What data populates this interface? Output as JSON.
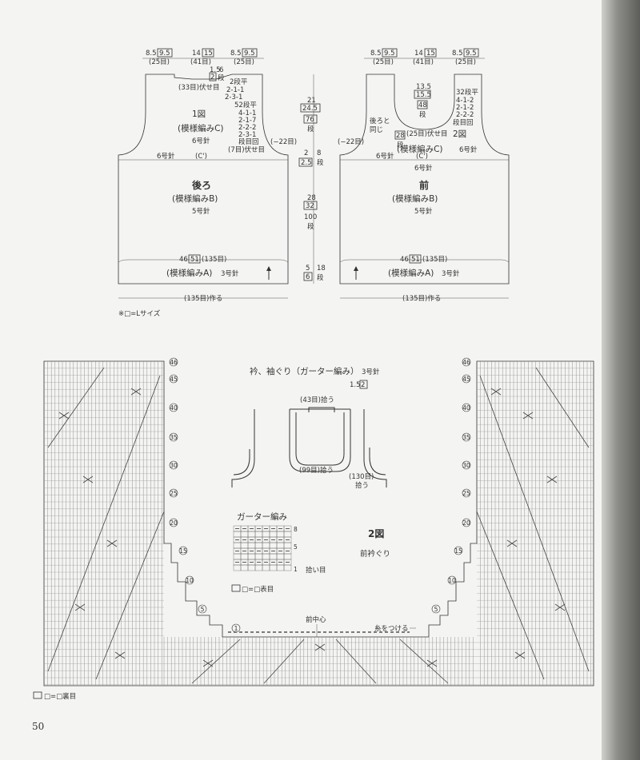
{
  "back": {
    "top_dims": [
      "8.5",
      "9.5",
      "(25目)",
      "14",
      "15",
      "(41目)",
      "8.5",
      "9.5",
      "(25目)"
    ],
    "neck_shaping": [
      "1.5",
      "2",
      "6",
      "段",
      "(33目)伏せ目",
      "2段平",
      "2-1-1",
      "2-3-1"
    ],
    "armhole_shaping": [
      "52段平",
      "4-1-1",
      "2-1-7",
      "2-2-2",
      "2-3-1",
      "段目回",
      "(7目)伏せ目",
      "(−22目)"
    ],
    "figure_label": "1図",
    "upper_pattern": "(模様編みC)",
    "upper_needle": "6号針",
    "band_needle": "6号針",
    "band_label": "(C')",
    "title": "後ろ",
    "pattern": "(模様編みB)",
    "needle": "5号針",
    "hem_count": [
      "46",
      "51",
      "(135目)"
    ],
    "hem_pattern": "(模様編みA)",
    "hem_needle": "3号針",
    "cast_on": "(135目)作る"
  },
  "side_dims": [
    "21",
    "24.5",
    "76",
    "段",
    "2",
    "2.5",
    "8",
    "段",
    "28",
    "32",
    "100",
    "段",
    "5",
    "6",
    "18",
    "段"
  ],
  "front": {
    "top_dims": [
      "8.5",
      "9.5",
      "(25目)",
      "14",
      "15",
      "(41目)",
      "8.5",
      "9.5",
      "(25目)"
    ],
    "neck_dims": [
      "13.5",
      "15.5",
      "48",
      "段",
      "28",
      "段",
      "(25目)伏せ目"
    ],
    "neck_shaping": [
      "32段平",
      "4-1-2",
      "2-1-2",
      "2-2-2",
      "段目回"
    ],
    "left_note": [
      "後ろと",
      "同じ"
    ],
    "left_count": "(−22目)",
    "figure_label": "2図",
    "upper_pattern": "(模様編みC)",
    "upper_needle": "6号針",
    "band_needle_left": "6号針",
    "band_label": "(C')",
    "band_needle_below": "6号針",
    "title": "前",
    "pattern": "(模様編みB)",
    "needle": "5号針",
    "hem_count": [
      "46",
      "51",
      "(135目)"
    ],
    "hem_pattern": "(模様編みA)",
    "hem_needle": "3号針",
    "cast_on": "(135目)作る"
  },
  "size_note": "※□=Lサイズ",
  "edging": {
    "title": "衿、袖ぐり（ガーター編み）",
    "needle": "3号針",
    "dims": [
      "1.5",
      "2"
    ],
    "pickup_neck_back": "(43目)拾う",
    "pickup_neck_front": "(99目)拾う",
    "pickup_armhole": [
      "(130目)",
      "拾う"
    ]
  },
  "garter_chart": {
    "title": "ガーター編み",
    "row_labels": [
      "8",
      "5",
      "1"
    ],
    "pickup_label": "拾い目",
    "legend": "□=□表目"
  },
  "chart": {
    "title": "2図",
    "subtitle": "前衿ぐり",
    "row_labels": [
      "46",
      "45",
      "40",
      "35",
      "30",
      "25",
      "20",
      "15",
      "10",
      "5",
      "1"
    ],
    "center_label": "前中心",
    "yarn_label": "糸をつける",
    "legend": "□=□裏目"
  },
  "page_number": "50"
}
